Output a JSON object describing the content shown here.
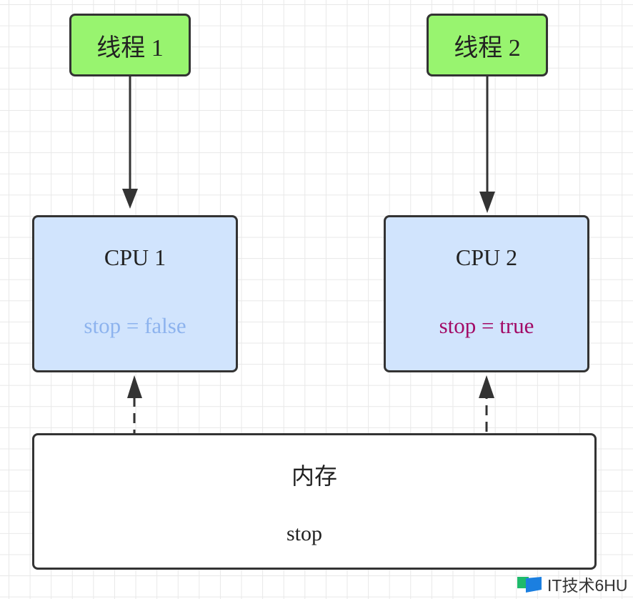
{
  "threads": [
    {
      "label": "线程 1",
      "color": "#98f46f"
    },
    {
      "label": "线程 2",
      "color": "#98f46f"
    }
  ],
  "cpus": [
    {
      "label": "CPU 1",
      "value_text": "stop = false",
      "value_color": "#8db3ee"
    },
    {
      "label": "CPU 2",
      "value_text": "stop = true",
      "value_color": "#a20a66"
    }
  ],
  "memory": {
    "label": "内存",
    "variable": "stop"
  },
  "watermark": {
    "text": "IT技术6HU"
  },
  "edges": [
    {
      "from": "线程 1",
      "to": "CPU 1",
      "style": "solid"
    },
    {
      "from": "线程 2",
      "to": "CPU 2",
      "style": "solid"
    },
    {
      "from": "stop",
      "to": "CPU 1",
      "style": "dashed",
      "bidirectional": true
    },
    {
      "from": "stop",
      "to": "CPU 2",
      "style": "dashed",
      "bidirectional": true
    }
  ]
}
